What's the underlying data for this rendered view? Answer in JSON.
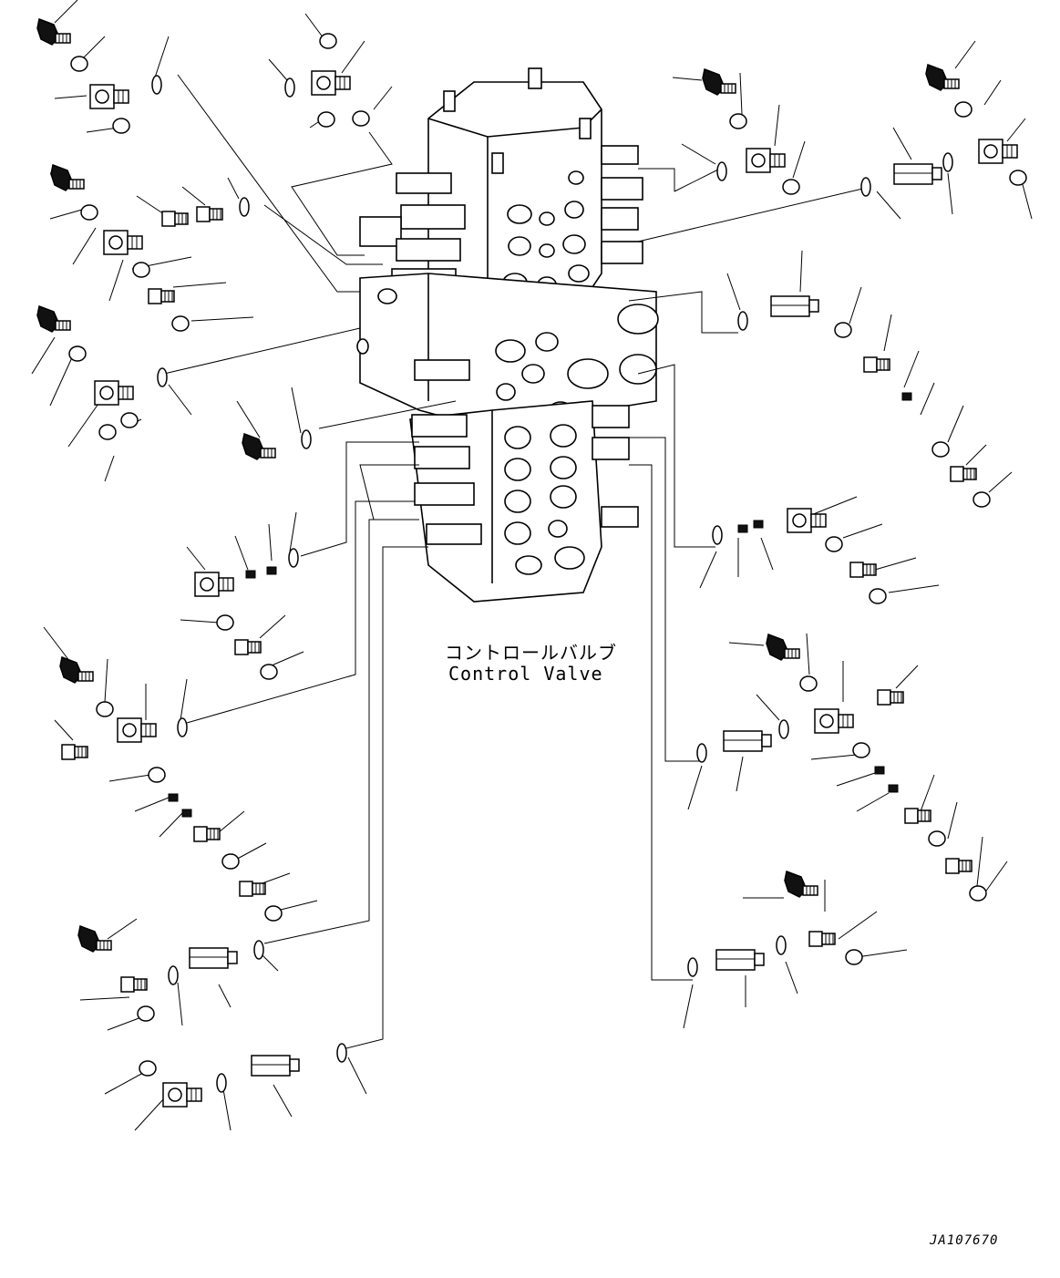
{
  "diagram": {
    "title_jp": "コントロールバルブ",
    "title_en": "Control Valve",
    "drawing_id": "JA107670"
  }
}
